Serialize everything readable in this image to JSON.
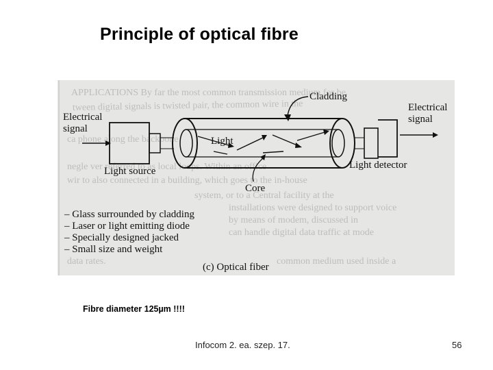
{
  "slide": {
    "title": "Principle of optical fibre",
    "caption": "Fibre diameter 125µm !!!!",
    "footer": "Infocom 2. ea. szep. 17.",
    "page_number": "56"
  },
  "figure": {
    "labels": {
      "electrical_signal_in_1": "Electrical",
      "electrical_signal_in_2": "signal",
      "electrical_signal_out_1": "Electrical",
      "electrical_signal_out_2": "signal",
      "light_source": "Light source",
      "light": "Light",
      "cladding": "Cladding",
      "core": "Core",
      "light_detector": "Light detector"
    },
    "bullets": [
      "– Glass surrounded by cladding",
      "– Laser or light emitting diode",
      "– Specially designed jacked",
      "– Small size and weight"
    ],
    "figure_caption": "(c)  Optical fiber"
  },
  "colors": {
    "scan_background": "#e6e6e4",
    "ink": "#111111"
  }
}
